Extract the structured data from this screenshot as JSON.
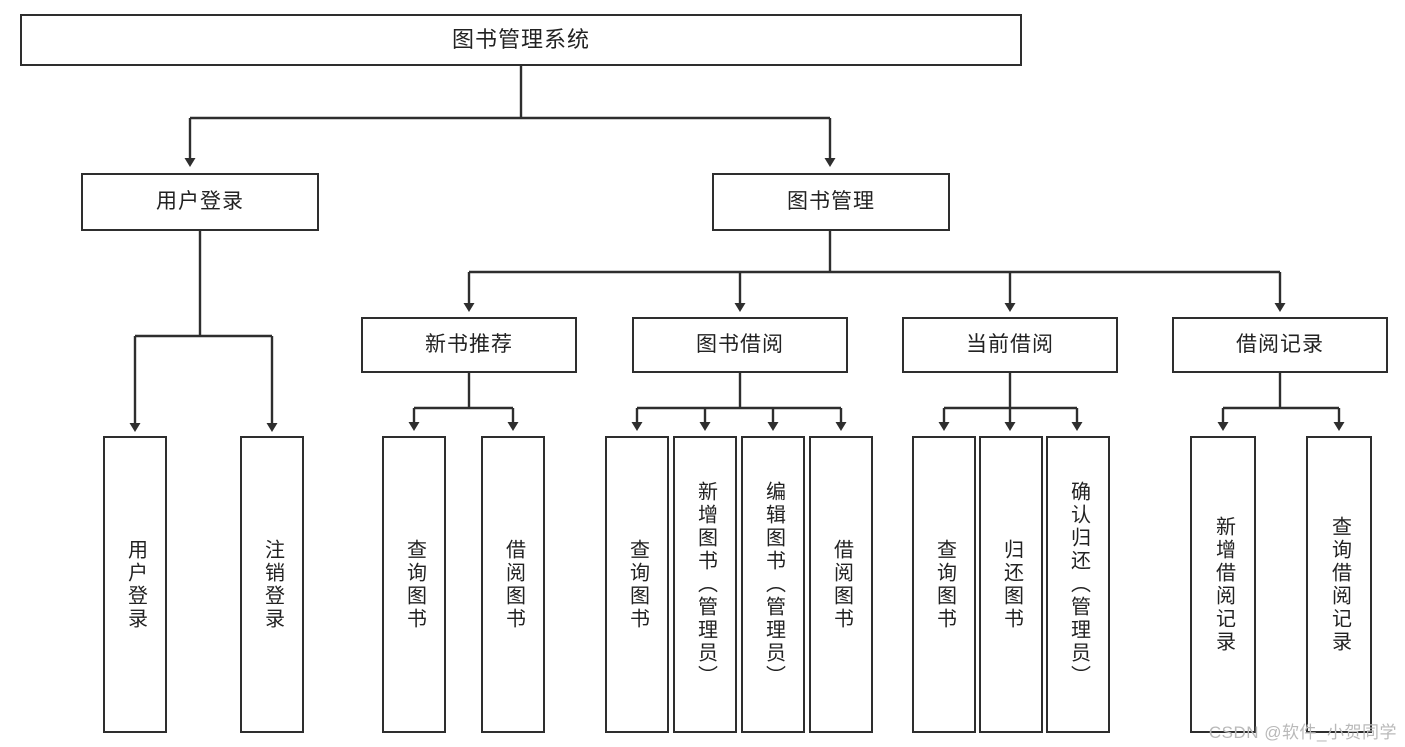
{
  "diagram": {
    "title": "图书管理系统",
    "type": "hierarchy-tree",
    "watermark": "CSDN @软件_小贺同学",
    "colors": {
      "border": "#2e2e2e",
      "fill": "#ffffff",
      "text": "#222222",
      "watermark": "#b9b9b9"
    },
    "root": {
      "label": "图书管理系统"
    },
    "level1": [
      {
        "label": "用户登录"
      },
      {
        "label": "图书管理"
      }
    ],
    "level2": [
      {
        "label": "新书推荐"
      },
      {
        "label": "图书借阅"
      },
      {
        "label": "当前借阅"
      },
      {
        "label": "借阅记录"
      }
    ],
    "leaves": {
      "user_login": [
        {
          "label": "用户登录"
        },
        {
          "label": "注销登录"
        }
      ],
      "new_book": [
        {
          "label": "查询图书"
        },
        {
          "label": "借阅图书"
        }
      ],
      "book_borrow": [
        {
          "label": "查询图书"
        },
        {
          "label": "新增图书（管理员）"
        },
        {
          "label": "编辑图书（管理员）"
        },
        {
          "label": "借阅图书"
        }
      ],
      "current_borrow": [
        {
          "label": "查询图书"
        },
        {
          "label": "归还图书"
        },
        {
          "label": "确认归还（管理员）"
        }
      ],
      "borrow_record": [
        {
          "label": "新增借阅记录"
        },
        {
          "label": "查询借阅记录"
        }
      ]
    }
  }
}
